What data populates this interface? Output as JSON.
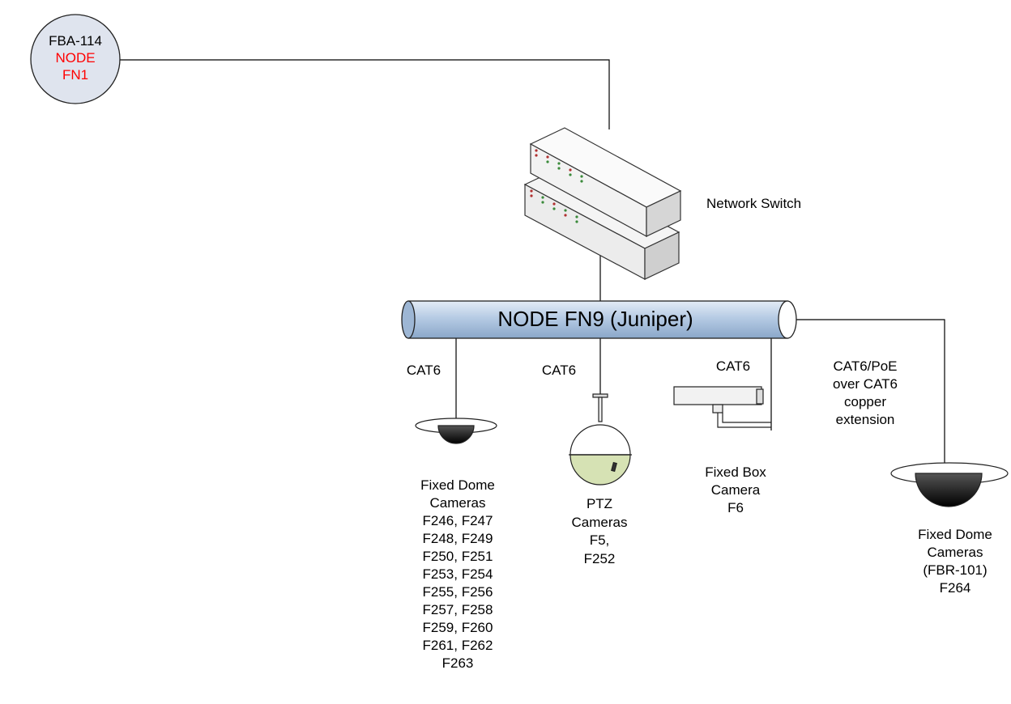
{
  "node_fn1": {
    "line1": "FBA-114",
    "line2": "NODE",
    "line3": "FN1"
  },
  "network_switch": {
    "label": "Network Switch"
  },
  "backbone": {
    "label": "NODE FN9 (Juniper)"
  },
  "links": {
    "dome": "CAT6",
    "ptz": "CAT6",
    "box": "CAT6",
    "remote_dome": [
      "CAT6/PoE",
      "over CAT6",
      "copper",
      "extension"
    ]
  },
  "devices": {
    "fixed_dome": [
      "Fixed Dome",
      "Cameras",
      "F246, F247",
      "F248, F249",
      "F250, F251",
      "F253, F254",
      "F255, F256",
      "F257, F258",
      "F259, F260",
      "F261, F262",
      "F263"
    ],
    "ptz": [
      "PTZ",
      "Cameras",
      "F5,",
      "F252"
    ],
    "fixed_box": [
      "Fixed Box",
      "Camera",
      "F6"
    ],
    "remote_dome": [
      "Fixed Dome",
      "Cameras",
      "(FBR-101)",
      "F264"
    ]
  },
  "colors": {
    "node_text_accent": "#ff0000",
    "backbone_fill": "#b7cbe3",
    "node_fill": "#dfe4ee"
  }
}
